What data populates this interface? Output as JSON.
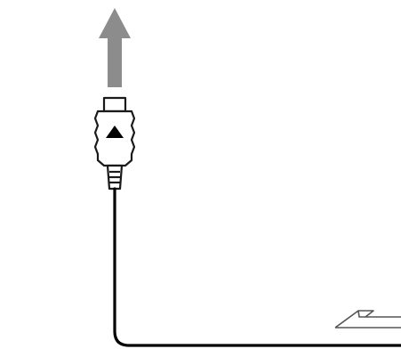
{
  "diagram": {
    "elements": [
      {
        "id": "unplug-direction-arrow",
        "icon": "arrow-up-icon",
        "color": "#8c8c8c"
      },
      {
        "id": "cable-connector",
        "icon": "connector-plug-icon",
        "color": "#1a1a1a"
      },
      {
        "id": "connector-orientation-mark",
        "icon": "triangle-up-icon",
        "color": "#000000"
      },
      {
        "id": "cable",
        "icon": "cable-line",
        "color": "#000000"
      },
      {
        "id": "device-pointer",
        "icon": "hand-pointer-outline-icon",
        "color": "#555555"
      }
    ]
  }
}
